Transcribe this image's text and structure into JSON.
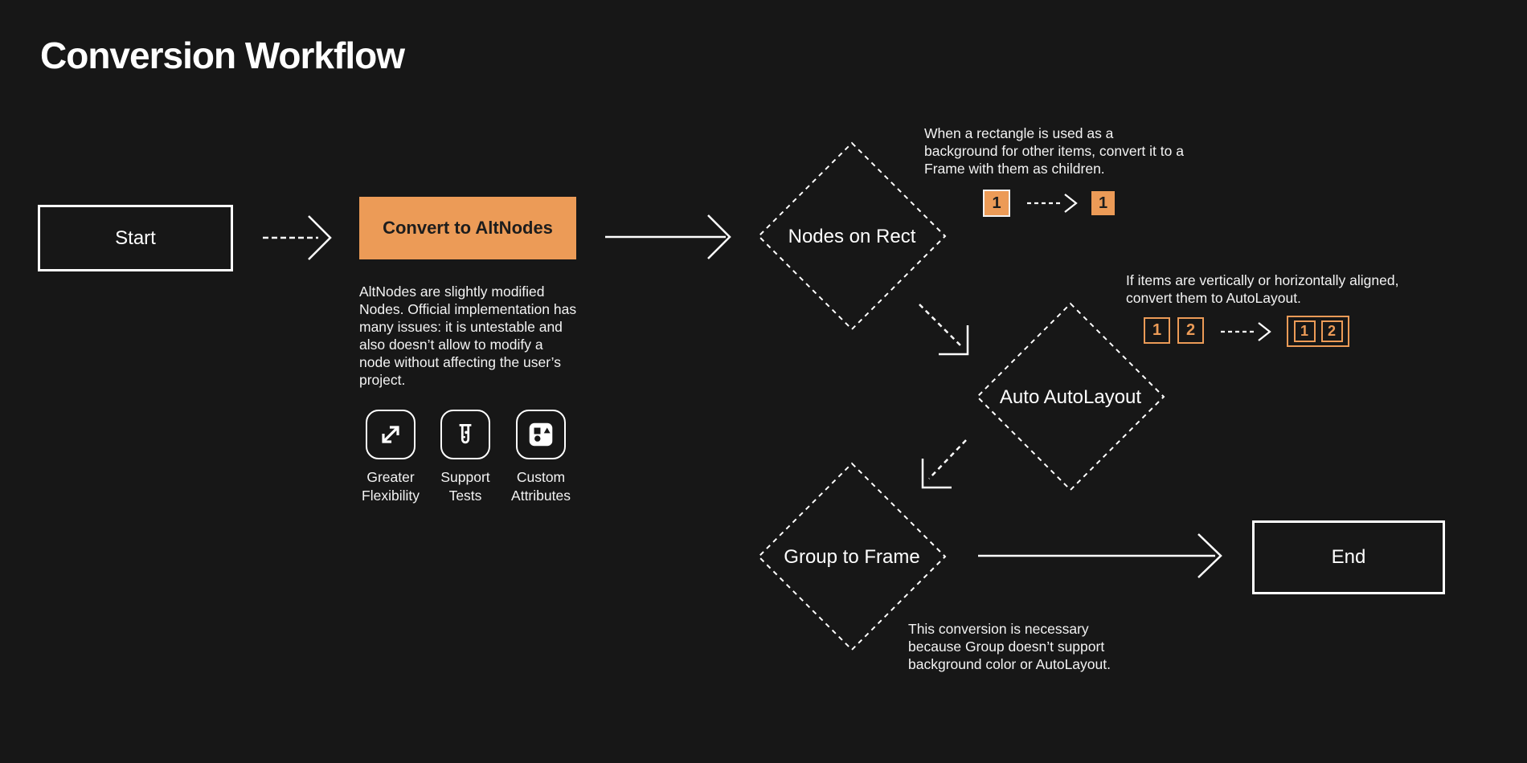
{
  "title": "Conversion Workflow",
  "colors": {
    "background": "#171717",
    "accent": "#EC9B57",
    "text_light": "#F3F3F3",
    "text_dark": "#1D1D1D",
    "stroke": "#FFFFFF"
  },
  "start": {
    "label": "Start"
  },
  "convert": {
    "label": "Convert to AltNodes",
    "description": "AltNodes are slightly modified Nodes. Official implementation has many issues: it is untestable and also doesn’t allow to modify a node without affecting the user’s project."
  },
  "features": [
    {
      "icon": "expand-arrows-icon",
      "label": "Greater Flexibility"
    },
    {
      "icon": "test-tube-icon",
      "label": "Support Tests"
    },
    {
      "icon": "shapes-icon",
      "label": "Custom Attributes"
    }
  ],
  "nodes_on_rect": {
    "label": "Nodes on Rect",
    "annotation": "When a rectangle is used as a background for other items, convert it to a Frame with them as children.",
    "example_before": "1",
    "example_after": "1"
  },
  "auto_autolayout": {
    "label": "Auto AutoLayout",
    "annotation": "If items are vertically or horizontally aligned, convert them to AutoLayout.",
    "example_before": [
      "1",
      "2"
    ],
    "example_after": [
      "1",
      "2"
    ]
  },
  "group_to_frame": {
    "label": "Group to Frame",
    "annotation": "This conversion is necessary because Group doesn’t support background color or AutoLayout."
  },
  "end": {
    "label": "End"
  }
}
